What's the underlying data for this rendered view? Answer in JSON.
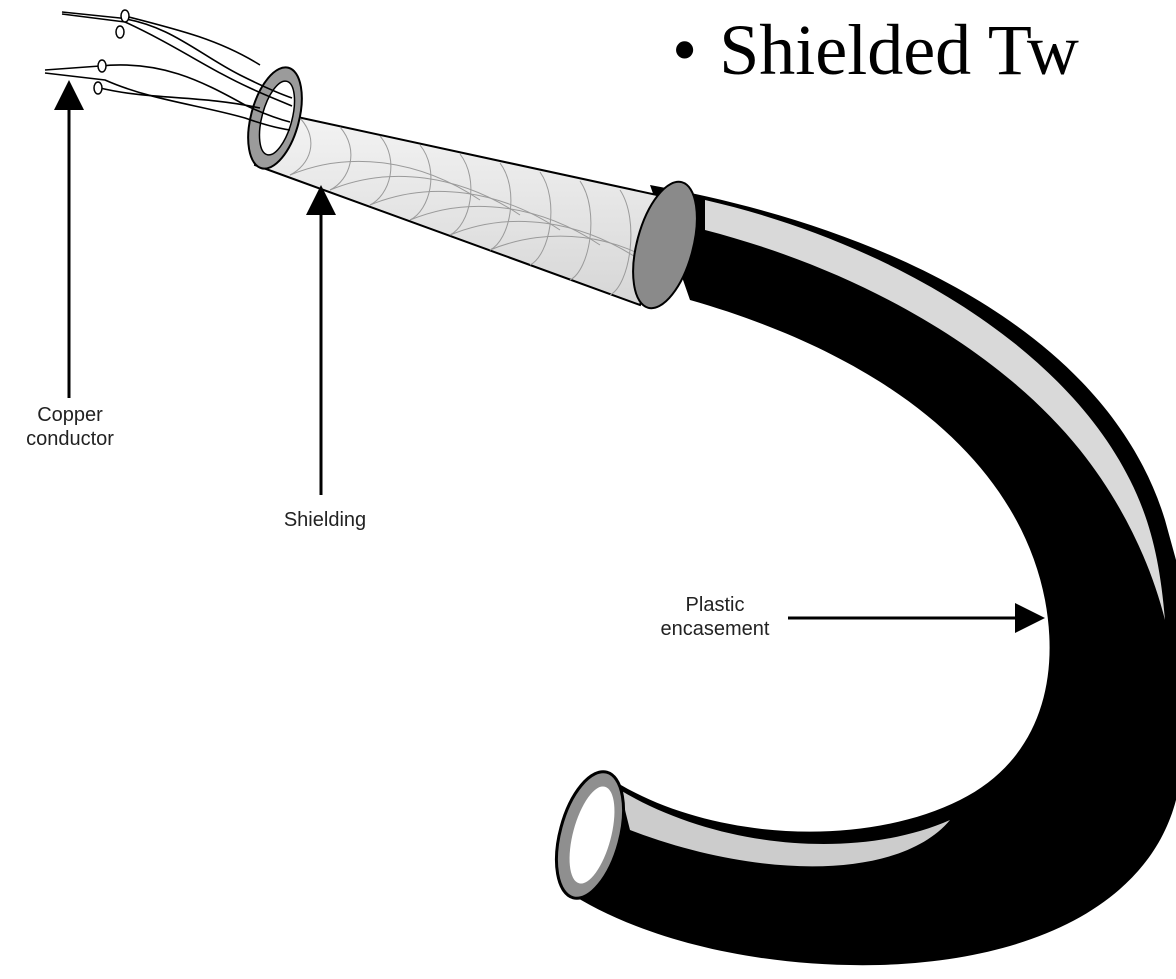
{
  "slide": {
    "bullet": "•",
    "title": "Shielded Tw"
  },
  "labels": {
    "copper_line1": "Copper",
    "copper_line2": "conductor",
    "shielding": "Shielding",
    "plastic_line1": "Plastic",
    "plastic_line2": "encasement"
  },
  "colors": {
    "jacket": "#000000",
    "shield_fill": "#e8e8e8",
    "braid": "#9a9a9a",
    "inner_ring": "#7a7a7a",
    "wire": "#ffffff"
  }
}
